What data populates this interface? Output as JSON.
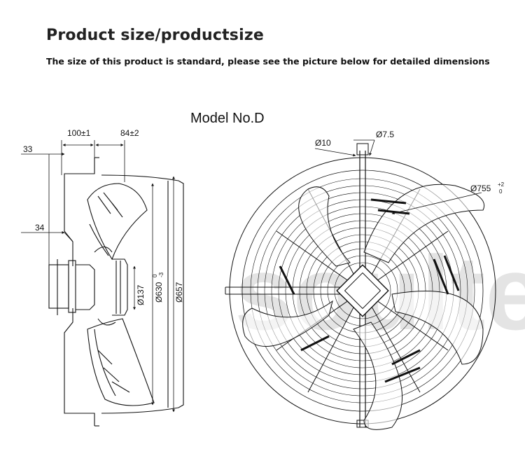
{
  "header": {
    "title": "Product size/productsize",
    "subtitle": "The size of this product is standard, please see the picture below for detailed dimensions"
  },
  "drawing": {
    "model": "Model No.D",
    "watermark": "soulteg",
    "side_view": {
      "dim_top_left": "100±1",
      "dim_top_right": "84±2",
      "dim_left_33": "33",
      "dim_left_34": "34",
      "dia_137": "Ø137",
      "dia_630": "Ø630",
      "dia_630_tol_top": "0",
      "dia_630_tol_bottom": "-3",
      "dia_657": "Ø657"
    },
    "front_view": {
      "dia_10": "Ø10",
      "dia_7_5": "Ø7.5",
      "dia_755": "Ø755",
      "dia_755_tol_top": "+2",
      "dia_755_tol_bottom": "0"
    }
  }
}
